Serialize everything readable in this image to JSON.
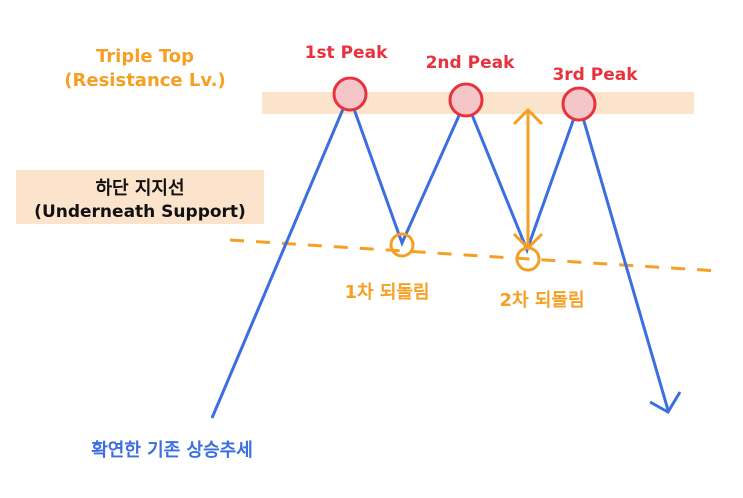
{
  "resistance": {
    "title_line1": "Triple Top",
    "title_line2": "(Resistance Lv.)",
    "color": "#f5a024",
    "band_color": "#fbe3cc"
  },
  "peaks": [
    {
      "label": "1st Peak"
    },
    {
      "label": "2nd Peak"
    },
    {
      "label": "3rd Peak"
    }
  ],
  "peak_color": "#e8333f",
  "peak_fill": "#f4c6c8",
  "support": {
    "label_line1": "하단 지지선",
    "label_line2": "(Underneath Support)",
    "band_color": "#fbe3cc",
    "line_color": "#f5a024"
  },
  "pullbacks": [
    {
      "label": "1차 되돌림"
    },
    {
      "label": "2차 되돌림"
    }
  ],
  "pullback_color": "#f5a024",
  "trend": {
    "label": "확연한 기존 상승추세",
    "color": "#3b6fe0"
  }
}
